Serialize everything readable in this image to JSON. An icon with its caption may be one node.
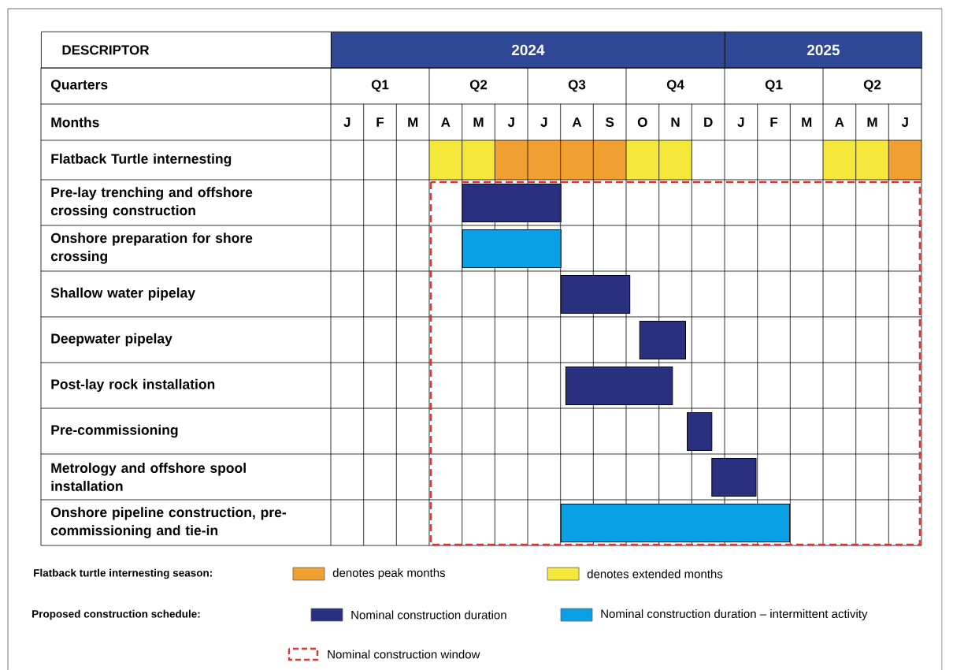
{
  "diagram": {
    "nodes": [
      {
        "text": [],
        "shape": "bar"
      },
      {
        "text": [],
        "shape": "bar"
      },
      {
        "text": [],
        "shape": "bar"
      },
      {
        "text": [],
        "shape": "bar"
      },
      {
        "text": [],
        "shape": "bar"
      },
      {
        "text": [],
        "shape": "bar"
      },
      {
        "text": [],
        "shape": "bar"
      },
      {
        "text": [],
        "shape": "bar"
      }
    ],
    "labels": [
      "DESCRIPTOR",
      "2024",
      "2025",
      "Quarters",
      "Q1",
      "Q2",
      "Q3",
      "Q4",
      "Q1",
      "Q2",
      "Months",
      "J",
      "F",
      "M",
      "A",
      "M",
      "J",
      "J",
      "A",
      "S",
      "O",
      "N",
      "D",
      "J",
      "F",
      "M",
      "A",
      "M",
      "J",
      "Flatback Turtle internesting",
      "Pre-lay trenching and offshore crossing construction",
      "Onshore preparation for shore crossing",
      "Shallow water pipelay",
      "Deepwater pipelay",
      "Post-lay rock installation",
      "Pre-commissioning",
      "Metrology and offshore spool installation",
      "Onshore pipeline construction, pre-commissioning and tie-in",
      "Flatback turtle internesting season:",
      "Proposed construction schedule:"
    ],
    "legend": [
      {
        "text": "denotes peak months",
        "color": "#f0a030"
      },
      {
        "text": "denotes extended months",
        "color": "#f5e83a"
      },
      {
        "text": "Nominal construction duration",
        "color": "#28307f"
      },
      {
        "text": "Nominal construction duration – intermittent activity",
        "color": "#0aa0e6"
      },
      {
        "text": "Nominal construction window"
      }
    ]
  }
}
